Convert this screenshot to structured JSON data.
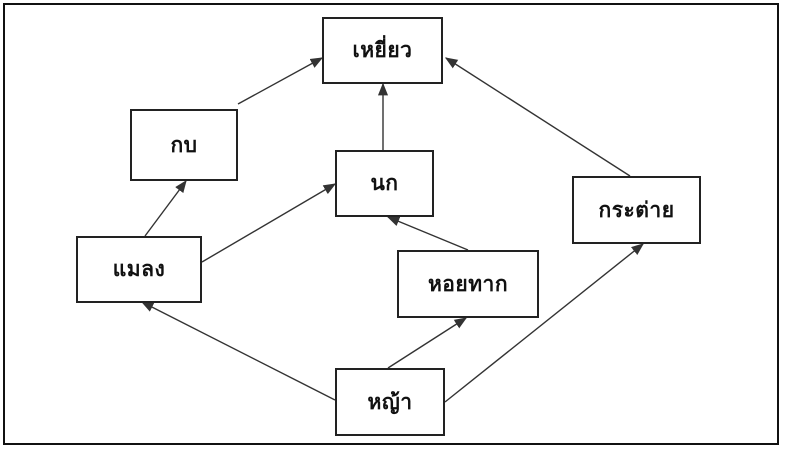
{
  "nodes": {
    "eagle": "เหยี่ยว",
    "frog": "กบ",
    "bird": "นก",
    "rabbit": "กระต่าย",
    "insect": "แมลง",
    "snail": "หอยทาก",
    "grass": "หญ้า"
  },
  "edges": [
    {
      "from": "frog",
      "to": "eagle"
    },
    {
      "from": "bird",
      "to": "eagle"
    },
    {
      "from": "rabbit",
      "to": "eagle"
    },
    {
      "from": "insect",
      "to": "frog"
    },
    {
      "from": "insect",
      "to": "bird"
    },
    {
      "from": "snail",
      "to": "bird"
    },
    {
      "from": "grass",
      "to": "insect"
    },
    {
      "from": "grass",
      "to": "snail"
    },
    {
      "from": "grass",
      "to": "rabbit"
    }
  ],
  "colors": {
    "line": "#333333",
    "border": "#222222"
  }
}
